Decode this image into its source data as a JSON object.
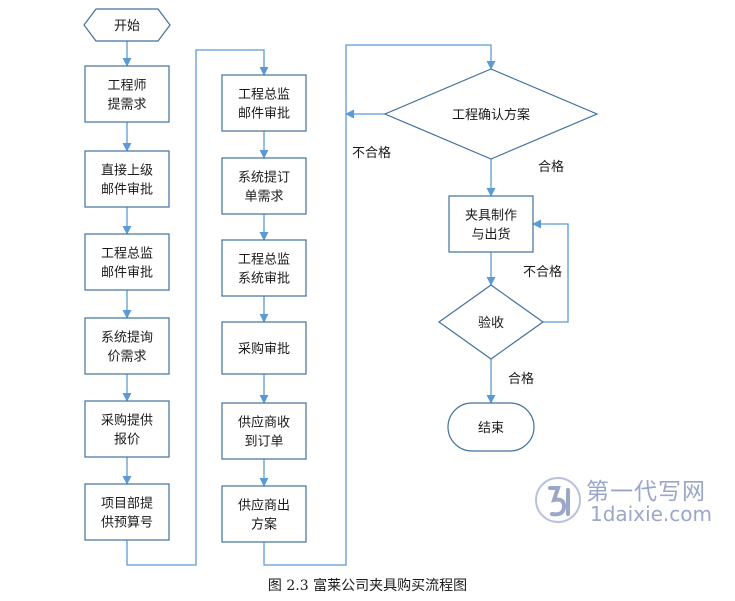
{
  "diagram": {
    "nodes": [
      {
        "id": "start",
        "shape": "hexagon",
        "lines": [
          "开始"
        ]
      },
      {
        "id": "n1",
        "shape": "rect",
        "lines": [
          "工程师",
          "提需求"
        ]
      },
      {
        "id": "n2",
        "shape": "rect",
        "lines": [
          "直接上级",
          "邮件审批"
        ]
      },
      {
        "id": "n3",
        "shape": "rect",
        "lines": [
          "工程总监",
          "邮件审批"
        ]
      },
      {
        "id": "n4",
        "shape": "rect",
        "lines": [
          "系统提询",
          "价需求"
        ]
      },
      {
        "id": "n5",
        "shape": "rect",
        "lines": [
          "采购提供",
          "报价"
        ]
      },
      {
        "id": "n6",
        "shape": "rect",
        "lines": [
          "项目部提",
          "供预算号"
        ]
      },
      {
        "id": "m1",
        "shape": "rect",
        "lines": [
          "工程总监",
          "邮件审批"
        ]
      },
      {
        "id": "m2",
        "shape": "rect",
        "lines": [
          "系统提订",
          "单需求"
        ]
      },
      {
        "id": "m3",
        "shape": "rect",
        "lines": [
          "工程总监",
          "系统审批"
        ]
      },
      {
        "id": "m4",
        "shape": "rect",
        "lines": [
          "采购审批"
        ]
      },
      {
        "id": "m5",
        "shape": "rect",
        "lines": [
          "供应商收",
          "到订单"
        ]
      },
      {
        "id": "m6",
        "shape": "rect",
        "lines": [
          "供应商出",
          "方案"
        ]
      },
      {
        "id": "d1",
        "shape": "diamond",
        "lines": [
          "工程确认方案"
        ]
      },
      {
        "id": "r1",
        "shape": "rect",
        "lines": [
          "夹具制作",
          "与出货"
        ]
      },
      {
        "id": "d2",
        "shape": "diamond",
        "lines": [
          "验收"
        ]
      },
      {
        "id": "end",
        "shape": "terminal",
        "lines": [
          "结束"
        ]
      }
    ],
    "edges": [
      {
        "from": "start",
        "to": "n1",
        "label": ""
      },
      {
        "from": "n1",
        "to": "n2",
        "label": ""
      },
      {
        "from": "n2",
        "to": "n3",
        "label": ""
      },
      {
        "from": "n3",
        "to": "n4",
        "label": ""
      },
      {
        "from": "n4",
        "to": "n5",
        "label": ""
      },
      {
        "from": "n5",
        "to": "n6",
        "label": ""
      },
      {
        "from": "n6",
        "to": "m1",
        "label": ""
      },
      {
        "from": "m1",
        "to": "m2",
        "label": ""
      },
      {
        "from": "m2",
        "to": "m3",
        "label": ""
      },
      {
        "from": "m3",
        "to": "m4",
        "label": ""
      },
      {
        "from": "m4",
        "to": "m5",
        "label": ""
      },
      {
        "from": "m5",
        "to": "m6",
        "label": ""
      },
      {
        "from": "m6",
        "to": "d1",
        "label": ""
      },
      {
        "from": "d1",
        "to": "m1",
        "label": "不合格"
      },
      {
        "from": "d1",
        "to": "r1",
        "label": "合格"
      },
      {
        "from": "r1",
        "to": "d2",
        "label": ""
      },
      {
        "from": "d2",
        "to": "r1",
        "label": "不合格"
      },
      {
        "from": "d2",
        "to": "end",
        "label": "合格"
      }
    ]
  },
  "caption": "图 2.3  富莱公司夹具购买流程图",
  "watermark": {
    "line1": "第一代写网",
    "line2": "1daixie.com"
  },
  "colors": {
    "node_stroke": "#41719c",
    "edge": "#5b9bd5",
    "text": "#1a1a1a",
    "watermark": "#9aa7c9"
  }
}
